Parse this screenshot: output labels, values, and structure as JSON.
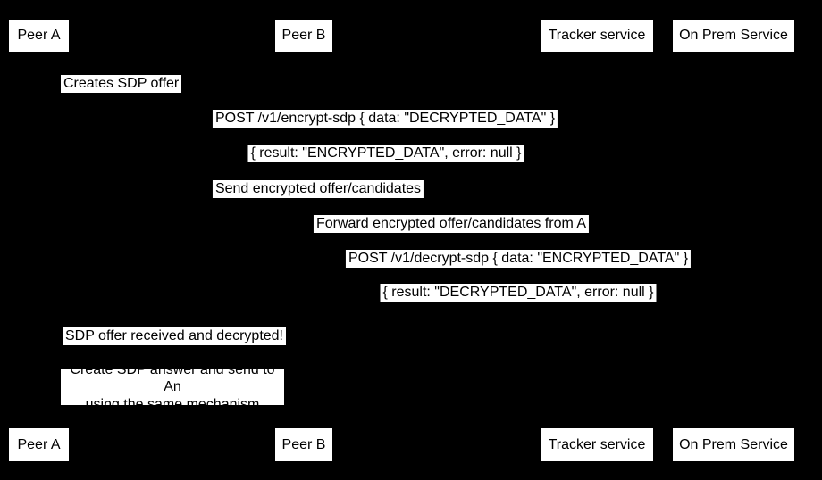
{
  "diagram": {
    "kind": "sequence-diagram",
    "background_color": "#000000",
    "label_background_color": "#ffffff",
    "label_text_color": "#000000",
    "participants": [
      {
        "name": "Peer A"
      },
      {
        "name": "Peer B"
      },
      {
        "name": "Tracker service"
      },
      {
        "name": "On Prem Service"
      }
    ],
    "messages": [
      {
        "from": "Peer A",
        "to": "Peer A",
        "text": "Creates SDP offer"
      },
      {
        "from": "Peer A",
        "to": "On Prem Service",
        "text": "POST /v1/encrypt-sdp { data: \"DECRYPTED_DATA\" }"
      },
      {
        "from": "On Prem Service",
        "to": "Peer A",
        "text": "{ result: \"ENCRYPTED_DATA\", error: null }"
      },
      {
        "from": "Peer A",
        "to": "Tracker service",
        "text": "Send encrypted offer/candidates"
      },
      {
        "from": "Tracker service",
        "to": "Peer B",
        "text": "Forward encrypted offer/candidates from A"
      },
      {
        "from": "Peer B",
        "to": "On Prem Service",
        "text": "POST /v1/decrypt-sdp { data: \"ENCRYPTED_DATA\" }"
      },
      {
        "from": "On Prem Service",
        "to": "Peer B",
        "text": "{ result: \"DECRYPTED_DATA\", error: null }"
      },
      {
        "from": "Peer B",
        "to": "Peer A",
        "text": "SDP offer received and decrypted!"
      }
    ],
    "note": {
      "over": "Peer A, Peer B",
      "line1": "Create SDP answer and send to An",
      "line2": "using the same mechanism"
    }
  }
}
